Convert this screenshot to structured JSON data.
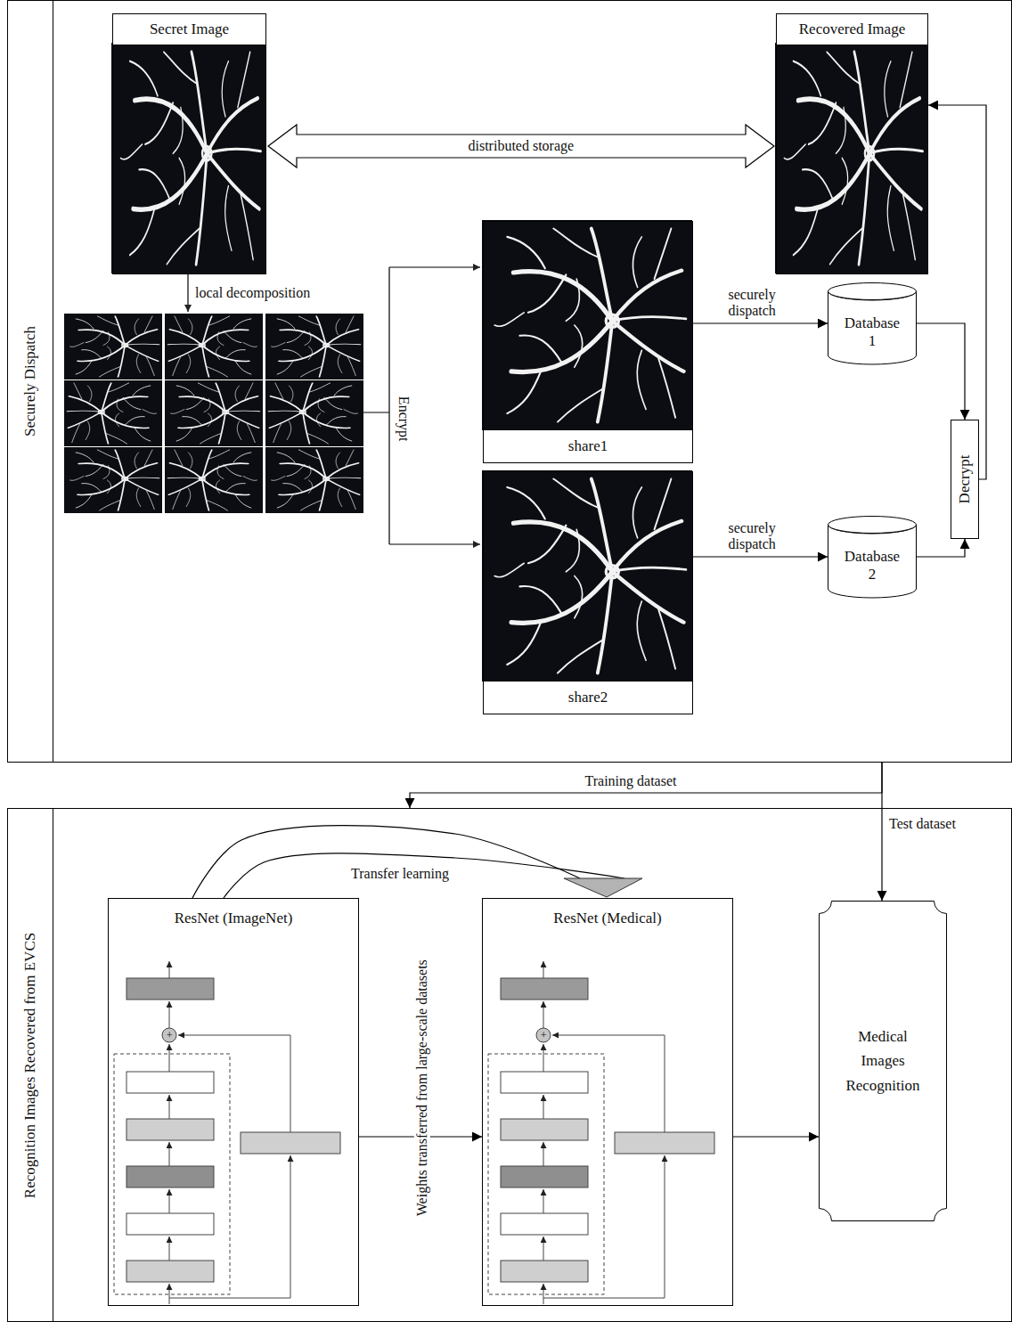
{
  "diagram": {
    "nodes": [
      {
        "text": [
          "Securely Dispatch"
        ]
      },
      {
        "text": [
          "Secret Image"
        ],
        "in": 0
      },
      {
        "text": [
          "Recovered Image"
        ],
        "in": 0
      },
      {
        "text": [
          "share1"
        ],
        "in": 0
      },
      {
        "text": [
          "share2"
        ],
        "in": 0
      },
      {
        "text": [
          "Database 1"
        ],
        "in": 0
      },
      {
        "text": [
          "Database 2"
        ],
        "in": 0
      },
      {
        "text": [
          "Decrypt"
        ],
        "in": 0
      },
      {
        "text": [
          "Recognition Images Recovered from EVCS"
        ]
      },
      {
        "text": [
          "ResNet (ImageNet)"
        ],
        "in": 8
      },
      {
        "text": [
          "ResNet (Medical)"
        ],
        "in": 8
      },
      {
        "text": [
          "Medical Images Recognition"
        ],
        "in": 8
      }
    ],
    "edges": [
      {
        "from": 1,
        "to": 2,
        "arrow": "both",
        "label": "distributed storage"
      },
      {
        "from": 3,
        "to": 5,
        "arrow": "to",
        "label": "securely dispatch"
      },
      {
        "from": 4,
        "to": 6,
        "arrow": "to",
        "label": "securely dispatch"
      },
      {
        "from": 5,
        "to": 7,
        "arrow": "to"
      },
      {
        "from": 6,
        "to": 7,
        "arrow": "to"
      },
      {
        "from": 7,
        "to": 2,
        "arrow": "to"
      },
      {
        "from": 0,
        "to": 8,
        "arrow": "to",
        "label": "Training dataset"
      },
      {
        "from": 0,
        "to": 11,
        "arrow": "to",
        "label": "Test dataset"
      },
      {
        "from": 9,
        "to": 10,
        "arrow": "to",
        "label": "Transfer learning"
      },
      {
        "from": 9,
        "to": 10,
        "arrow": "to",
        "label": "Weights transferred from large-scale datasets"
      },
      {
        "from": 10,
        "to": 11,
        "arrow": "to"
      }
    ],
    "labels": [
      "local decomposition",
      "Encrypt",
      "+",
      "+"
    ]
  }
}
